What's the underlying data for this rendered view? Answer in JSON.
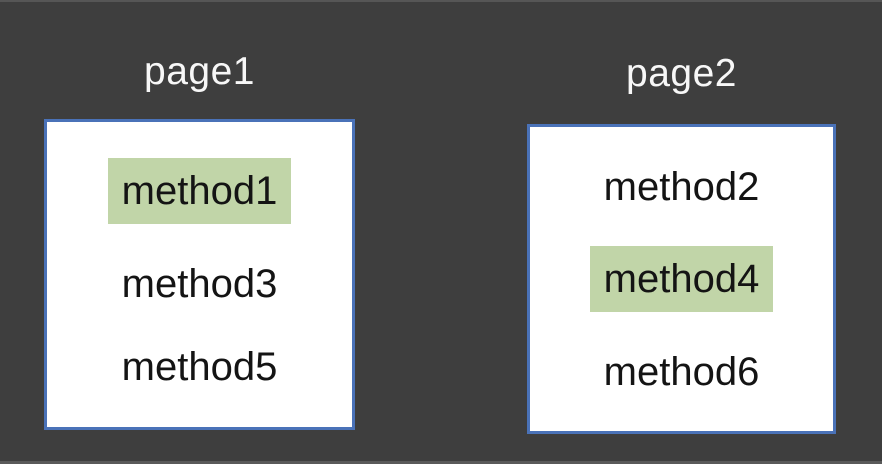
{
  "colors": {
    "background": "#3e3e3e",
    "box_border_blue": "#4a72b8",
    "highlight_green": "#c1d5a8",
    "title_text": "#f7f7f7",
    "method_text": "#141414"
  },
  "pages": [
    {
      "title": "page1",
      "methods": [
        {
          "label": "method1",
          "highlighted": true
        },
        {
          "label": "method3",
          "highlighted": false
        },
        {
          "label": "method5",
          "highlighted": false
        }
      ]
    },
    {
      "title": "page2",
      "methods": [
        {
          "label": "method2",
          "highlighted": false
        },
        {
          "label": "method4",
          "highlighted": true
        },
        {
          "label": "method6",
          "highlighted": false
        }
      ]
    }
  ]
}
